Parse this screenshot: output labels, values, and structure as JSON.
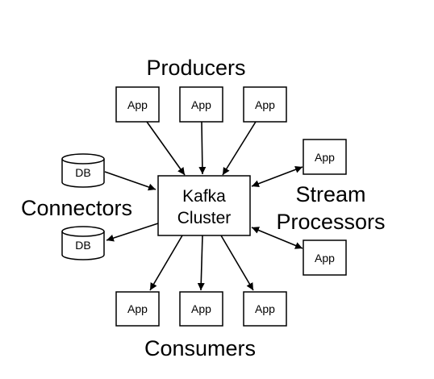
{
  "headings": {
    "producers": "Producers",
    "connectors": "Connectors",
    "stream_line1": "Stream",
    "stream_line2": "Processors",
    "consumers": "Consumers"
  },
  "kafka": {
    "line1": "Kafka",
    "line2": "Cluster"
  },
  "node_label": "App",
  "db_label": "DB",
  "producers": [
    "App",
    "App",
    "App"
  ],
  "consumers": [
    "App",
    "App",
    "App"
  ],
  "stream_processors": [
    "App",
    "App"
  ],
  "connectors": [
    "DB",
    "DB"
  ],
  "edges": [
    {
      "from": "producer-1",
      "to": "kafka-cluster",
      "direction": "to"
    },
    {
      "from": "producer-2",
      "to": "kafka-cluster",
      "direction": "to"
    },
    {
      "from": "producer-3",
      "to": "kafka-cluster",
      "direction": "to"
    },
    {
      "from": "connector-db-1",
      "to": "kafka-cluster",
      "direction": "to"
    },
    {
      "from": "kafka-cluster",
      "to": "connector-db-2",
      "direction": "to"
    },
    {
      "from": "kafka-cluster",
      "to": "stream-processor-1",
      "direction": "both"
    },
    {
      "from": "kafka-cluster",
      "to": "stream-processor-2",
      "direction": "both"
    },
    {
      "from": "kafka-cluster",
      "to": "consumer-1",
      "direction": "to"
    },
    {
      "from": "kafka-cluster",
      "to": "consumer-2",
      "direction": "to"
    },
    {
      "from": "kafka-cluster",
      "to": "consumer-3",
      "direction": "to"
    }
  ]
}
